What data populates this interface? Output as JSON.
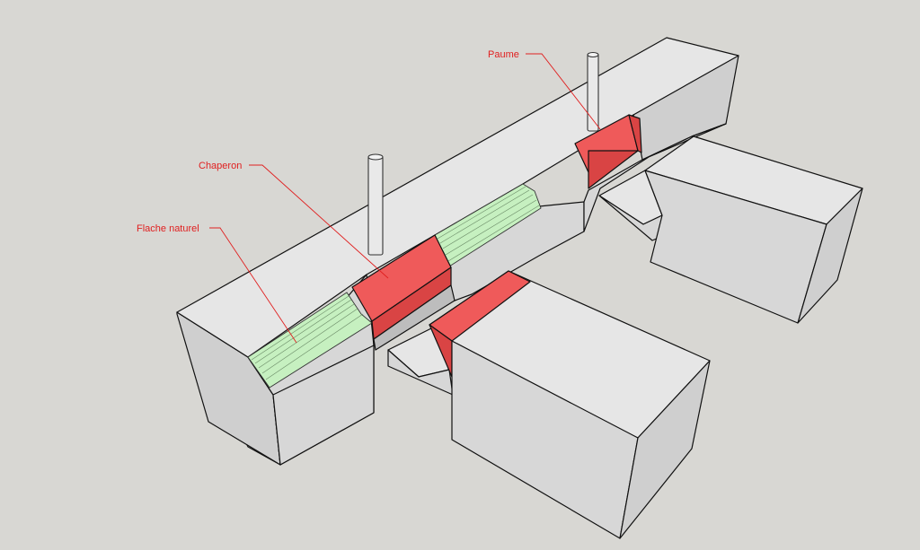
{
  "labels": {
    "paume": "Paume",
    "chaperon": "Chaperon",
    "flache": "Flache naturel"
  },
  "colors": {
    "background": "#d8d7d3",
    "highlight_red": "#ef5a5a",
    "natural_edge_green": "#c6f0c0",
    "label_red": "#e02020"
  }
}
